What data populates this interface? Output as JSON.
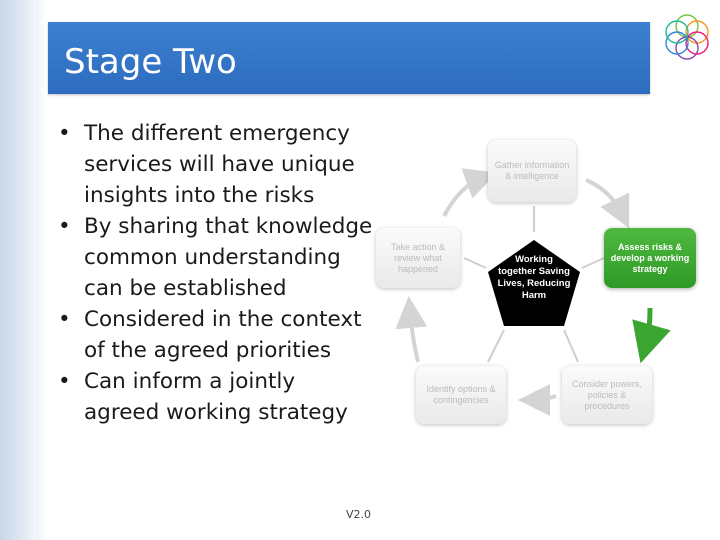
{
  "slide": {
    "title": "Stage Two",
    "bullets": [
      "The different emergency services will have unique insights into the risks",
      "By sharing that knowledge common understanding can be established",
      "Considered in the context of the agreed priorities",
      "Can inform a jointly agreed working strategy"
    ],
    "footer": "V2.0"
  },
  "diagram": {
    "center": "Working together Saving Lives, Reducing Harm",
    "nodes": {
      "top": "Gather information & intelligence",
      "left": "Take action & review what happened",
      "right": "Assess risks & develop a working strategy",
      "bottom_left": "Identify options & contingencies",
      "bottom_right": "Consider powers, policies & procedures"
    }
  },
  "colors": {
    "title_bar": "#2d6cc0",
    "active_node": "#3aa530",
    "inactive_node": "#f0f0f0",
    "center": "#000000"
  }
}
